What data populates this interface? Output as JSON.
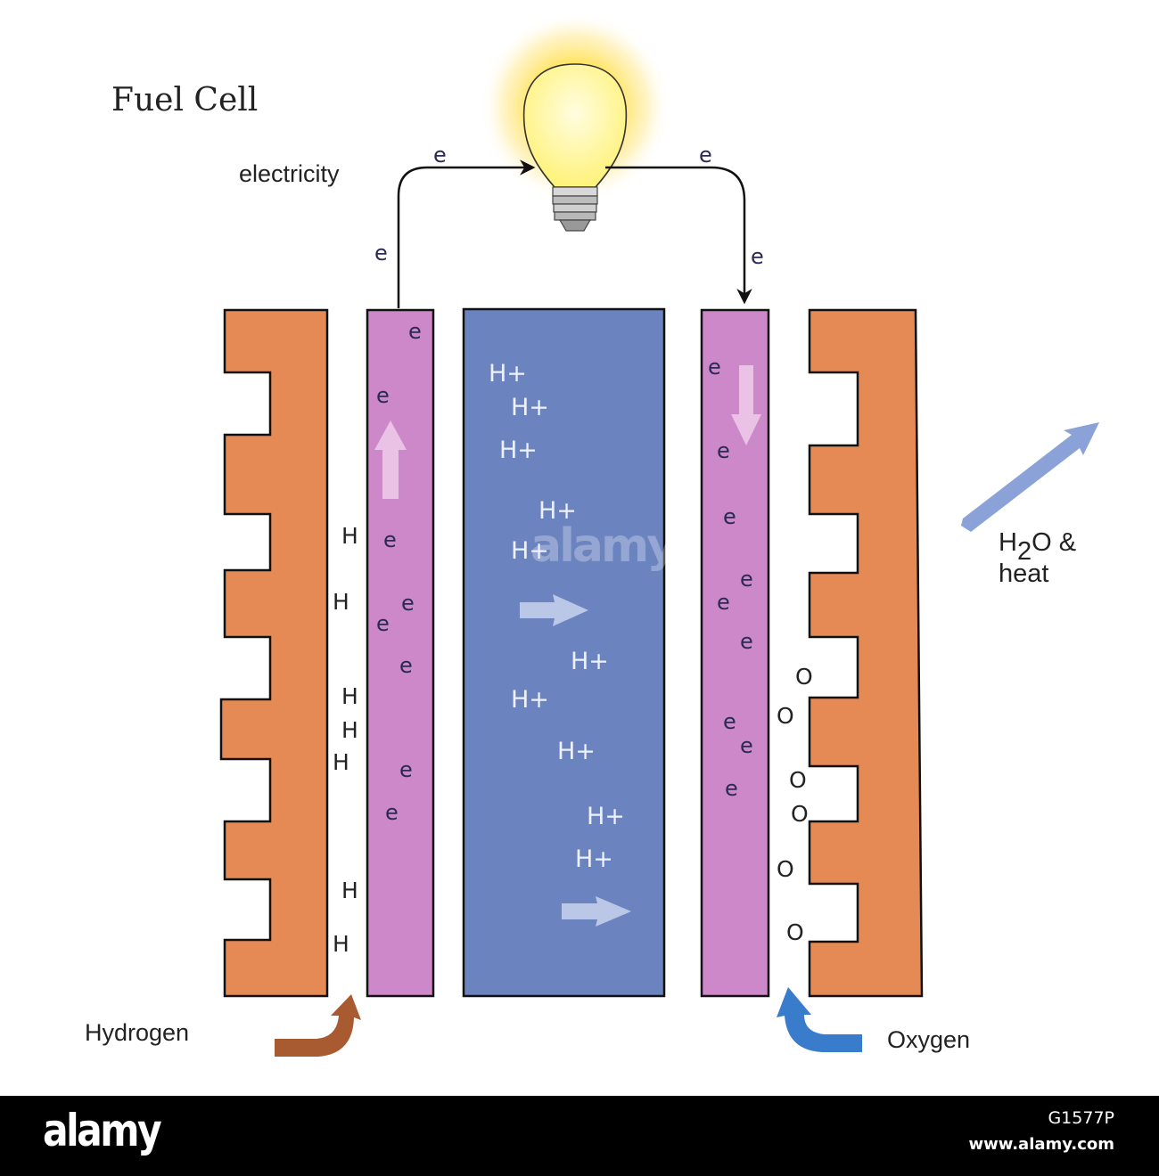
{
  "title": "Fuel Cell",
  "labels": {
    "electricity": "electricity",
    "hydrogen": "Hydrogen",
    "oxygen": "Oxygen",
    "output_line1_h": "H",
    "output_line1_sub": "2",
    "output_line1_rest": "O &",
    "output_line2": "heat"
  },
  "symbols": {
    "electron": "e",
    "proton": "H+",
    "hydrogen_atom": "H",
    "oxygen_atom": "O"
  },
  "watermark": {
    "brand": "alamy",
    "center_text": "alamy",
    "image_id": "G1577P",
    "url": "www.alamy.com"
  },
  "colors": {
    "flow_plate": "#e68a55",
    "electrode": "#cc88c8",
    "electrolyte": "#6b84bf",
    "hydrogen_arrow": "#a85a30",
    "oxygen_arrow": "#3a7ccc",
    "output_arrow": "#8aa2d8",
    "bulb_glow": "#ffe14d",
    "footer": "#000000"
  },
  "icons": [
    "light-bulb-icon",
    "hydrogen-inlet-arrow-icon",
    "oxygen-inlet-arrow-icon",
    "output-arrow-icon"
  ]
}
